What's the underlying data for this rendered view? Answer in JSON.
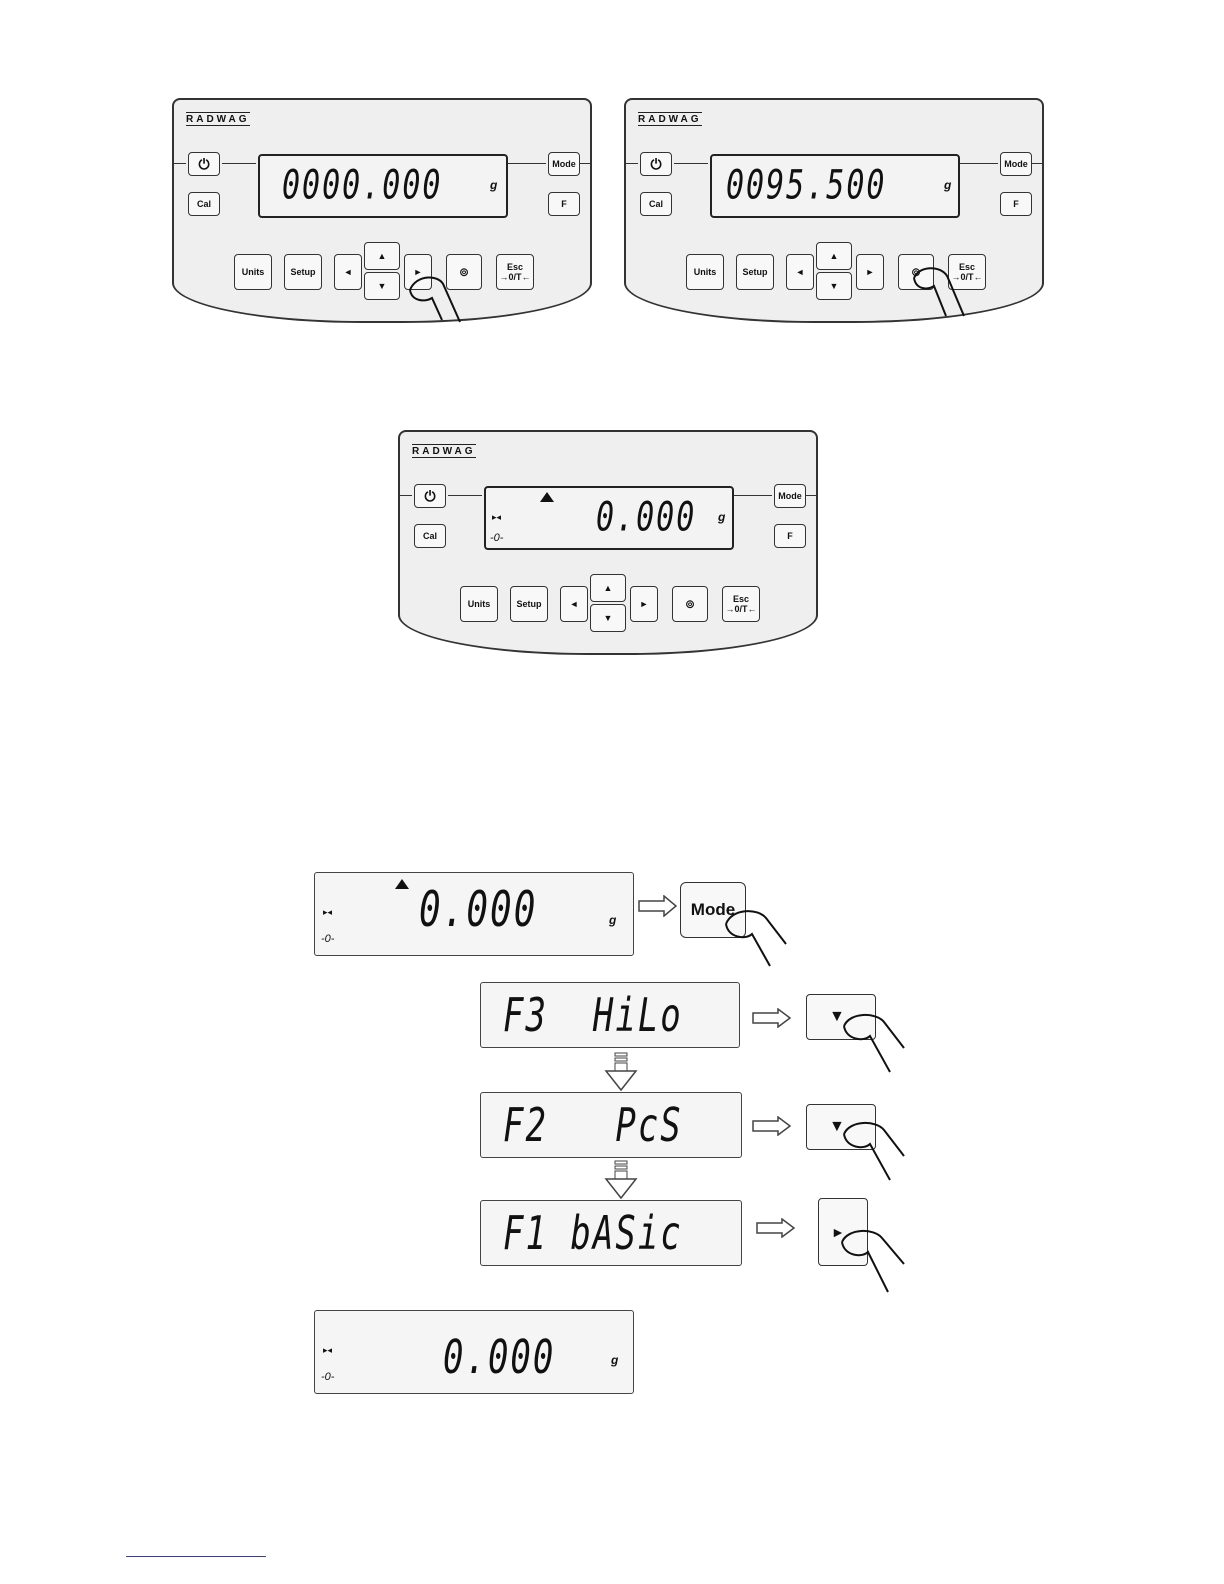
{
  "keys": {
    "power": "⏻",
    "cal": "Cal",
    "mode": "Mode",
    "f": "F",
    "units": "Units",
    "setup": "Setup",
    "left": "◄",
    "right": "►",
    "up": "▲",
    "down": "▼",
    "enter_icon": "⊚",
    "esc_line1": "Esc",
    "esc_line2": "→0/T←",
    "logo": "RADWAG"
  },
  "panel1": {
    "display": "0000.000",
    "unit": "g"
  },
  "panel2": {
    "display": "0095.500",
    "unit": "g"
  },
  "panel3": {
    "display": "0.000",
    "unit": "g",
    "zero_marker": "-0-"
  },
  "flow": {
    "start": {
      "display": "0.000",
      "unit": "g",
      "zero_marker": "-0-",
      "button": "Mode"
    },
    "steps": [
      {
        "display": "F3  HiLo",
        "button_icon": "▼"
      },
      {
        "display": "F2   PcS",
        "button_icon": "▼"
      },
      {
        "display": "F1 bASic",
        "button_icon": "►"
      }
    ],
    "end": {
      "display": "0.000",
      "unit": "g",
      "zero_marker": "-0-"
    }
  }
}
